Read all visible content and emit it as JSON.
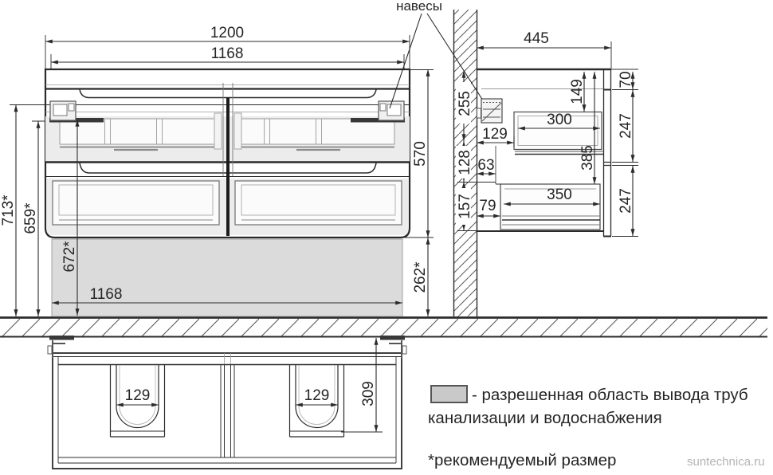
{
  "labels": {
    "hangers": "навесы"
  },
  "front": {
    "w_outer": "1200",
    "w_inner": "1168",
    "h_body": "570",
    "h_gap": "262*",
    "h_total": "713*",
    "h_hanger": "659*",
    "h_slide": "672*",
    "w_bottom": "1168"
  },
  "side": {
    "depth": "445",
    "top_panel": "70",
    "front_upper": "247",
    "front_lower": "247",
    "wall_top": "255",
    "wall_mid": "128",
    "wall_bottom": "157",
    "hanger_depth": "129",
    "back_gap_upper": "63",
    "back_gap_lower": "79",
    "drawer_top_offset": "149",
    "inner_height": "385",
    "drawer_upper_depth": "300",
    "drawer_lower_depth": "350"
  },
  "bottom": {
    "cutout_left": "129",
    "cutout_right": "129",
    "cutout_depth": "309"
  },
  "legend": {
    "swatch_color": "#c9c9c9",
    "line1": "- разрешенная область вывода труб",
    "line2": "канализации и водоснабжения",
    "footnote": "*рекомендуемый размер"
  },
  "watermark": "suntechnica.ru"
}
